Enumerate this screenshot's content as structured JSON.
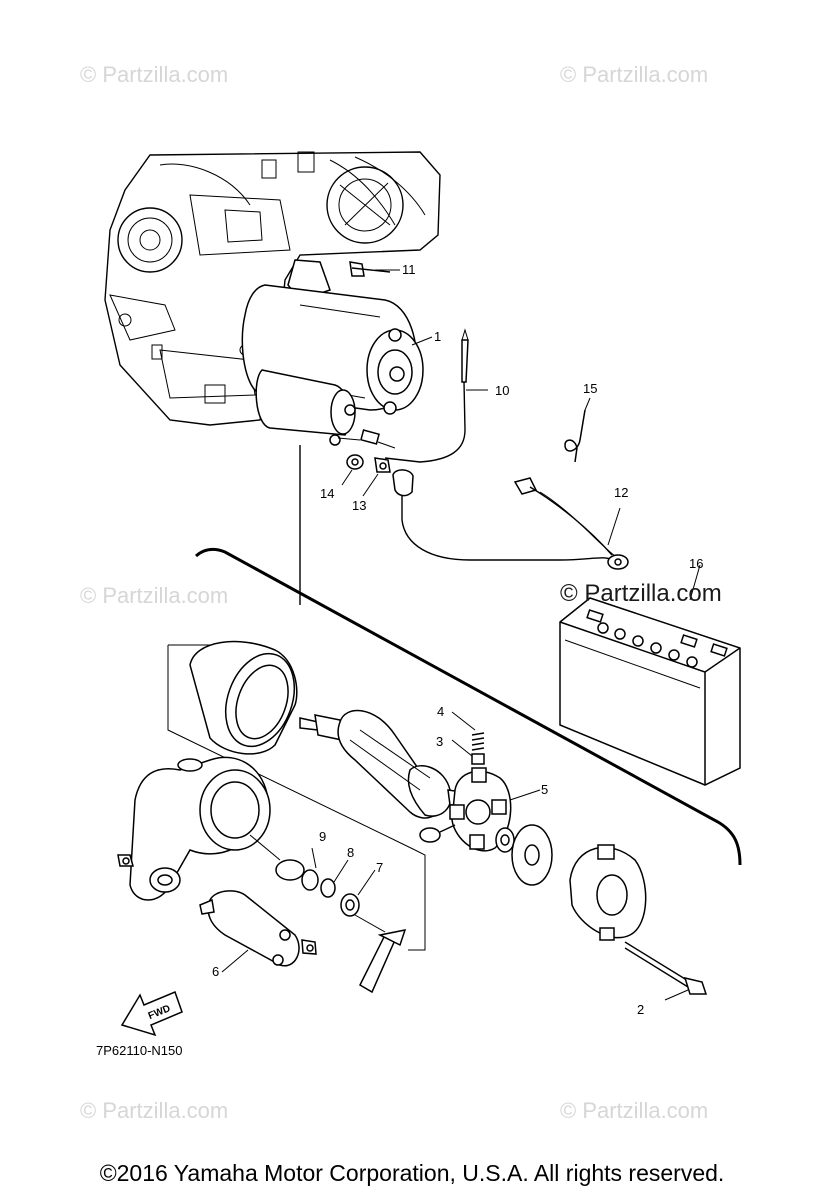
{
  "watermarks": [
    "© Partzilla.com",
    "© Partzilla.com",
    "© Partzilla.com",
    "© Partzilla.com",
    "© Partzilla.com",
    "© Partzilla.com"
  ],
  "watermark_featured": "© Partzilla.com",
  "callouts": {
    "p1": "1",
    "p2": "2",
    "p3": "3",
    "p4": "4",
    "p5": "5",
    "p6": "6",
    "p7": "7",
    "p8": "8",
    "p9": "9",
    "p10": "10",
    "p11": "11",
    "p12": "12",
    "p13": "13",
    "p14": "14",
    "p15": "15",
    "p16": "16"
  },
  "fwd_label": "FWD",
  "diagram_code": "7P62110-N150",
  "footer": "©2016  Yamaha Motor Corporation, U.S.A. All rights reserved."
}
